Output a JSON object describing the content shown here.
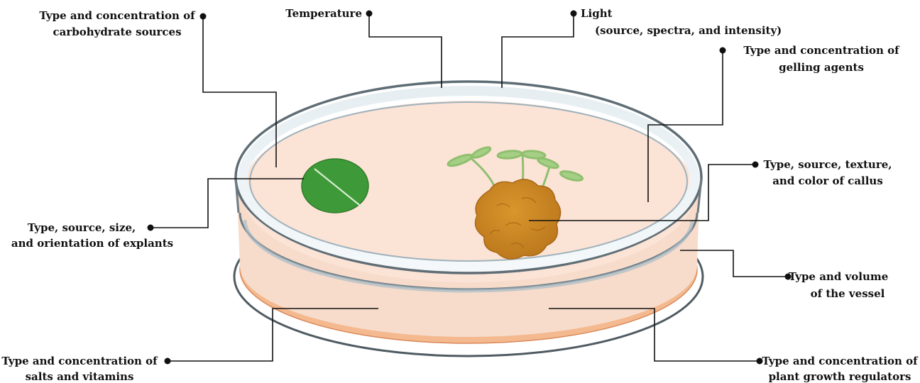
{
  "colors": {
    "medium": "#fbe3d6",
    "medium_edge": "#f2b48f",
    "dish_rim": "#5f6d75",
    "explant": "#3e9a38",
    "callus": "#c8861f",
    "sprout": "#8fbf6f"
  },
  "labels": {
    "carbohydrate": {
      "line1": "Type and concentration of",
      "line2": "carbohydrate sources"
    },
    "temperature": {
      "line1": "Temperature"
    },
    "light": {
      "line1": "Light",
      "line2": "(source, spectra, and intensity)"
    },
    "gelling": {
      "line1": "Type and concentration of",
      "line2": "gelling agents"
    },
    "callus": {
      "line1": "Type, source, texture,",
      "line2": "and color of callus"
    },
    "explants": {
      "line1": "Type, source, size,",
      "line2": "and orientation of explants"
    },
    "vessel": {
      "line1": "Type and volume",
      "line2": "of the vessel"
    },
    "salts": {
      "line1": "Type and concentration of",
      "line2": "salts and vitamins"
    },
    "pgr": {
      "line1": "Type and concentration of",
      "line2": "plant growth regulators"
    }
  }
}
